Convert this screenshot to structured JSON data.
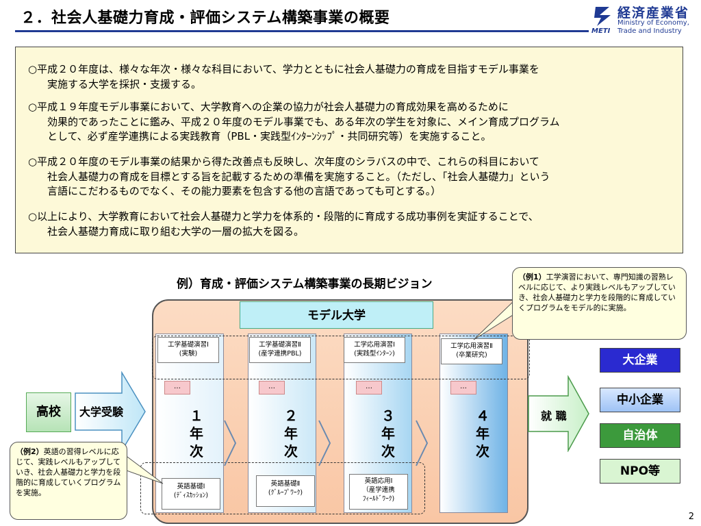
{
  "header": {
    "title": "２．社会人基礎力育成・評価システム構築事業の概要",
    "logo_jp": "経済産業省",
    "logo_en_line1": "Ministry of Economy,",
    "logo_en_line2": "Trade and Industry",
    "logo_abbr": "METI"
  },
  "summary": {
    "paragraphs": [
      {
        "first": "○平成２０年度は、様々な年次・様々な科目において、学力とともに社会人基礎力の育成を目指すモデル事業を",
        "rest": [
          "実施する大学を採択・支援する。"
        ]
      },
      {
        "first": "○平成１９年度モデル事業において、大学教育への企業の協力が社会人基礎力の育成効果を高めるために",
        "rest": [
          "効果的であったことに鑑み、平成２０年度のモデル事業でも、ある年次の学生を対象に、メイン育成プログラム",
          "として、必ず産学連携による実践教育（PBL・実践型ｲﾝﾀｰﾝｼｯﾌﾟ・共同研究等）を実施すること。"
        ]
      },
      {
        "first": "○平成２０年度のモデル事業の結果から得た改善点も反映し、次年度のシラバスの中で、これらの科目において",
        "rest": [
          "社会人基礎力の育成を目標とする旨を記載するための準備を実施すること。（ただし、「社会人基礎力」という",
          "言語にこだわるものでなく、その能力要素を包含する他の言語であっても可とする。）"
        ]
      },
      {
        "first": "○以上により、大学教育において社会人基礎力と学力を体系的・段階的に育成する成功事例を実証することで、",
        "rest": [
          "社会人基礎力育成に取り組む大学の一層の拡大を図る。"
        ]
      }
    ]
  },
  "diagram": {
    "vision_title": "例）育成・評価システム構築事業の長期ビジョン",
    "model_university": "モデル大学",
    "high_school": "高校",
    "entrance_exam": "大学受験",
    "employment": "就 職",
    "years": [
      {
        "num": "１",
        "nen": "年",
        "ji": "次",
        "course_line1": "工学基礎演習Ⅰ",
        "course_line2": "(実験)",
        "english_line1": "英語基礎Ⅰ",
        "english_line2": "(ﾃﾞｨｽｶｯｼｮﾝ)"
      },
      {
        "num": "２",
        "nen": "年",
        "ji": "次",
        "course_line1": "工学基礎演習Ⅱ",
        "course_line2": "(産学連携PBL)",
        "english_line1": "英語基礎Ⅱ",
        "english_line2": "(ｸﾞﾙｰﾌﾟﾜｰｸ)"
      },
      {
        "num": "３",
        "nen": "年",
        "ji": "次",
        "course_line1": "工学応用演習Ⅰ",
        "course_line2": "(実践型ｲﾝﾀｰﾝ)",
        "english_line1": "英語応用Ⅰ",
        "english_line2": "（産学連携",
        "english_line3": "ﾌｨｰﾙﾄﾞﾜｰｸ)"
      },
      {
        "num": "４",
        "nen": "年",
        "ji": "次",
        "course_line1": "工学応用演習Ⅱ",
        "course_line2": "(卒業研究)"
      }
    ],
    "dots": "…",
    "destinations": [
      "大企業",
      "中小企業",
      "自治体",
      "NPO等"
    ],
    "callout1": {
      "label": "（例1）",
      "text": "工学演習において、専門知識の習熟レベルに応じて、より実践レベルもアップしていき、社会人基礎力と学力を段階的に育成していくプログラムをモデル的に実施。"
    },
    "callout2": {
      "label": "（例2）",
      "text": "英語の習得レベルに応じて、実践レベルもアップしていき、社会人基礎力と学力を段階的に育成していくプログラムを実施。"
    }
  },
  "page_number": "2",
  "colors": {
    "title_rule": "#1f3a93",
    "summary_bg": "#fdf9d8",
    "university_bg": "#f9c6a4",
    "model_univ_bg": "#bfeff7",
    "large_company": "#2a2ad0",
    "local_gov": "#3c9a3c"
  }
}
